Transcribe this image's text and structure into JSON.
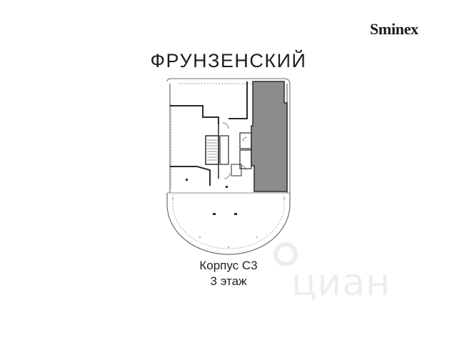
{
  "brand": {
    "logo_text": "Sminex"
  },
  "header": {
    "title": "ФРУНЗЕНСКИЙ"
  },
  "caption": {
    "building": "Корпус С3",
    "floor": "3 этаж"
  },
  "watermark": {
    "text": "циан"
  },
  "colors": {
    "wall": "#2b2b2b",
    "highlight": "#8c8c8c",
    "glass": "#9fb5bd",
    "thin": "#6b6b6b"
  }
}
